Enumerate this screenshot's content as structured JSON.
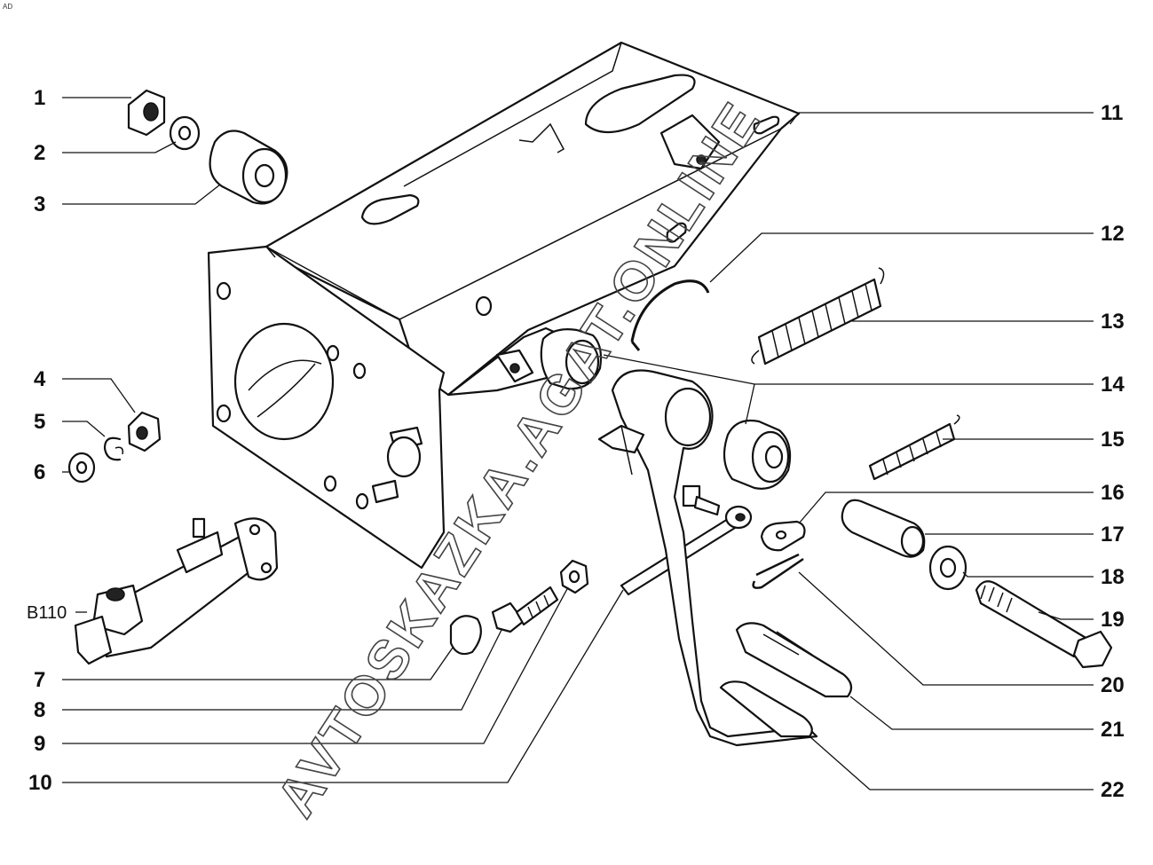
{
  "corner_mark": "AD",
  "watermark": "AVTOSKAZKA.AGAT.ONLINE",
  "callouts_left": [
    {
      "id": "1",
      "text": "1"
    },
    {
      "id": "2",
      "text": "2"
    },
    {
      "id": "3",
      "text": "3"
    },
    {
      "id": "4",
      "text": "4"
    },
    {
      "id": "5",
      "text": "5"
    },
    {
      "id": "6",
      "text": "6"
    },
    {
      "id": "7",
      "text": "7"
    },
    {
      "id": "8",
      "text": "8"
    },
    {
      "id": "9",
      "text": "9"
    },
    {
      "id": "10",
      "text": "10"
    }
  ],
  "callouts_right": [
    {
      "id": "11",
      "text": "11"
    },
    {
      "id": "12",
      "text": "12"
    },
    {
      "id": "13",
      "text": "13"
    },
    {
      "id": "14",
      "text": "14"
    },
    {
      "id": "15",
      "text": "15"
    },
    {
      "id": "16",
      "text": "16"
    },
    {
      "id": "17",
      "text": "17"
    },
    {
      "id": "18",
      "text": "18"
    },
    {
      "id": "19",
      "text": "19"
    },
    {
      "id": "20",
      "text": "20"
    },
    {
      "id": "21",
      "text": "21"
    },
    {
      "id": "22",
      "text": "22"
    }
  ],
  "reference_label": "B110"
}
